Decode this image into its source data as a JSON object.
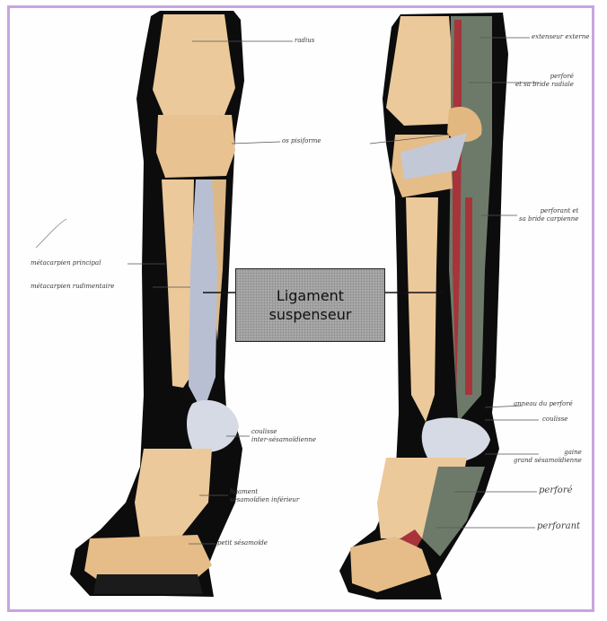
{
  "labels": {
    "radius": "radius",
    "os_pisiforme": "os pisiforme",
    "metacarpien_principal": "métacarpien principal",
    "metacarpien_rudimentaire": "métacarpien rudimentaire",
    "coulisse_inter_sesamoidienne": [
      "coulisse",
      "inter-sésamoïdienne"
    ],
    "ligament_sesamoidien_inferieur": [
      "ligament",
      "sésamoïdien inférieur"
    ],
    "petit_sesamoide": "petit sésamoïde",
    "extenseur": "extenseur externe",
    "perfore_bride_radiale": [
      "perforé",
      "et sa bride radiale"
    ],
    "perforant_bride_carpienne": [
      "perforant et",
      "sa bride carpienne"
    ],
    "anneau_du_perfore": "anneau du perforé",
    "coulisse": "coulisse",
    "gaine_grand_sesamoidienne": [
      "gaine",
      "grand sésamoïdienne"
    ],
    "perfore": "perforé",
    "perforant": "perforant"
  },
  "callout": {
    "line1": "Ligament",
    "line2": "suspenseur"
  },
  "colors": {
    "bone": "#ecc99a",
    "bone_shadow": "#cfa56f",
    "silhouette": "#0c0c0c",
    "ligament": "#b9bfd2",
    "muscle_red": "#a7343a",
    "tendon_grey": "#6d7a6a",
    "frame": "#c7a6e0"
  }
}
